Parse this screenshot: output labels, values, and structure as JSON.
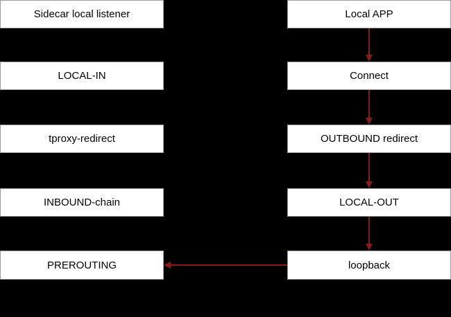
{
  "colors": {
    "background": "#000000",
    "node_fill": "#ffffff",
    "node_border": "#9a9a9a",
    "arrow": "#8b1a1a"
  },
  "left_column": [
    {
      "label": "Sidecar local listener"
    },
    {
      "label": "LOCAL-IN"
    },
    {
      "label": "tproxy-redirect"
    },
    {
      "label": "INBOUND-chain"
    },
    {
      "label": "PREROUTING"
    }
  ],
  "right_column": [
    {
      "label": "Local APP"
    },
    {
      "label": "Connect"
    },
    {
      "label": "OUTBOUND redirect"
    },
    {
      "label": "LOCAL-OUT"
    },
    {
      "label": "loopback"
    }
  ],
  "edges": [
    {
      "from": "Local APP",
      "to": "Connect"
    },
    {
      "from": "Connect",
      "to": "OUTBOUND redirect"
    },
    {
      "from": "OUTBOUND redirect",
      "to": "LOCAL-OUT"
    },
    {
      "from": "LOCAL-OUT",
      "to": "loopback"
    },
    {
      "from": "loopback",
      "to": "PREROUTING"
    }
  ]
}
